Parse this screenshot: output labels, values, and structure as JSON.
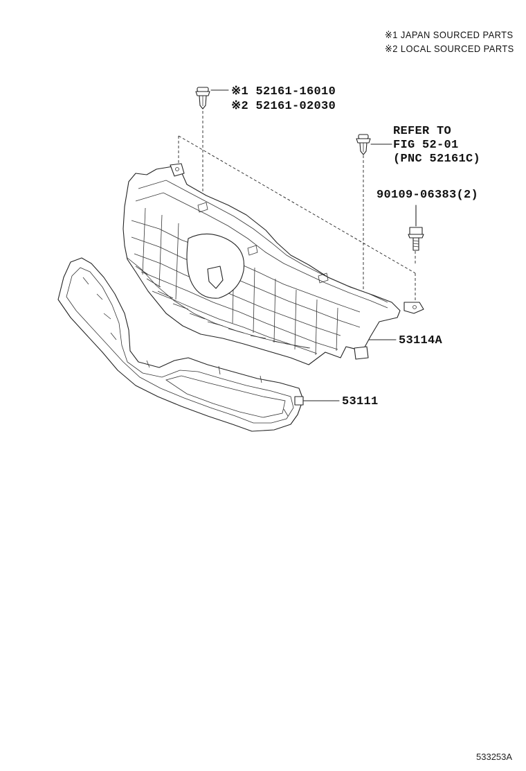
{
  "legend": {
    "note1": "※1 JAPAN SOURCED PARTS",
    "note2": "※2 LOCAL SOURCED PARTS"
  },
  "callouts": {
    "clip_top_1": "※1 52161-16010",
    "clip_top_2": "※2 52161-02030",
    "refer_1": "REFER TO",
    "refer_2": "FIG 52-01",
    "refer_3": "(PNC 52161C)",
    "bolt": "90109-06383(2)",
    "grille": "53114A",
    "molding": "53111"
  },
  "figure_number": "533253A",
  "icons": [
    "clip-icon",
    "clip-icon",
    "bolt-icon"
  ]
}
